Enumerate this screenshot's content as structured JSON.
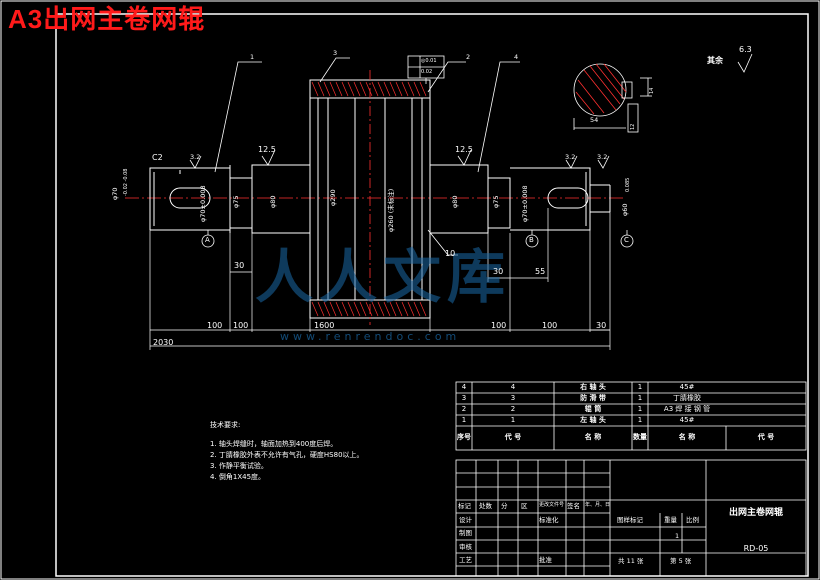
{
  "title": "A3出网主卷网辊",
  "watermark": {
    "text": "人人文库",
    "url": "www.renrendoc.com"
  },
  "colors": {
    "background": "#000000",
    "lines": "#ffffff",
    "title": "#ff1a1a",
    "accent": "#ff3030",
    "watermark": "#1b6aa8"
  },
  "drawing": {
    "leaders": [
      "1",
      "3",
      "2",
      "4"
    ],
    "tolerance_box": [
      "◎0.01",
      "0.02"
    ],
    "roughness": {
      "other": "其余",
      "other_value": "6.3",
      "r1": "3.2",
      "r2": "12.5",
      "r3": "12.5",
      "r4": "3.2",
      "r5": "3.2",
      "r6": "10"
    },
    "chamfer": "C2",
    "diameters": {
      "left_end": "φ70",
      "left_end_tol": "-0.02\n-0.08",
      "left_bearing": "φ70±0.008",
      "left_step": "φ75",
      "left_hub": "φ80",
      "roll": "φ290",
      "roll_inner": "φ260 (未标注)",
      "right_hub": "φ80",
      "right_step": "φ75",
      "right_bearing": "φ70±0.008",
      "right_end": "φ60",
      "right_end_tol": "0.085"
    },
    "section": {
      "d1": "54",
      "d2": "14",
      "d3": "12"
    },
    "lengths": {
      "l100a": "100",
      "l100b": "100",
      "l1600": "1600",
      "l100c": "100",
      "l100d": "100",
      "l30a": "30",
      "l30b": "30",
      "l30c": "30",
      "l55": "55",
      "total": "2030"
    },
    "datums": [
      "A",
      "B",
      "C"
    ]
  },
  "notes": {
    "heading": "技术要求:",
    "items": [
      "1. 轴头焊缝时，轴面加热到400度后焊。",
      "2. 丁腈橡胶外表不允许有气孔，硬度HS80以上。",
      "3. 作静平衡试验。",
      "4. 倒角1X45度。"
    ]
  },
  "parts_table": {
    "rows": [
      {
        "no": "4",
        "code": "4",
        "name": "右 轴 头",
        "qty": "1",
        "material": "45#",
        "note": ""
      },
      {
        "no": "3",
        "code": "3",
        "name": "防 滑 带",
        "qty": "1",
        "material": "丁腈橡胶",
        "note": ""
      },
      {
        "no": "2",
        "code": "2",
        "name": "辊    筒",
        "qty": "1",
        "material": "A3 焊 接 钢 管",
        "note": ""
      },
      {
        "no": "1",
        "code": "1",
        "name": "左 轴 头",
        "qty": "1",
        "material": "45#",
        "note": ""
      }
    ],
    "header": {
      "no": "序号",
      "code": "代    号",
      "name": "名    称",
      "qty": "数量",
      "material": "名    称",
      "note": "代    号"
    }
  },
  "title_block": {
    "part_name": "出网主卷网辊",
    "drawing_no": "RD-05",
    "rev_header": [
      "标记",
      "处数",
      "分",
      "区",
      "更改文件号",
      "签名",
      "年、月、日"
    ],
    "roles": [
      "设计",
      "制图",
      "审核",
      "工艺"
    ],
    "std": "标准化",
    "approve": "批准",
    "stage": "图样标记",
    "weight": "重量",
    "scale": "比例",
    "scale_value": "1",
    "sheets_total": "共 11 张",
    "sheet_no": "第 5 张"
  }
}
